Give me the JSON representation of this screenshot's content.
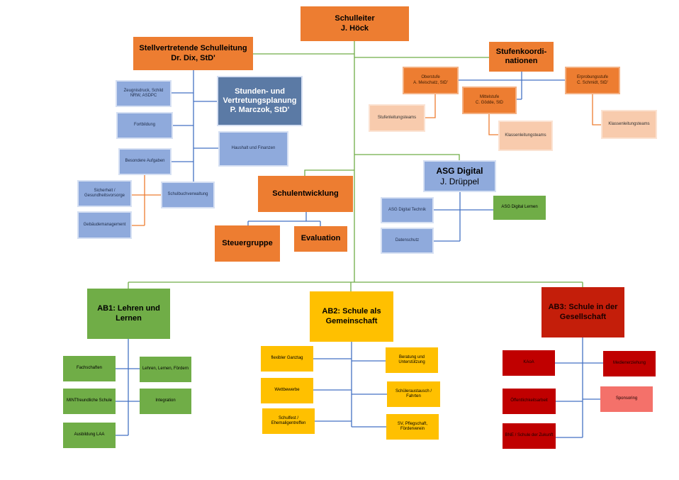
{
  "colors": {
    "orange": "#ed7d31",
    "peach": "#f8cbad",
    "blue": "#8faadc",
    "dark_blue": "#5b7aa5",
    "green": "#70ad47",
    "yellow": "#ffc000",
    "red": "#c00000",
    "salmon": "#f4716a",
    "trunk_line": "#70ad47",
    "blue_line": "#4472c4",
    "orange_line": "#ed7d31"
  },
  "schulleiter": {
    "title": "Schulleiter",
    "name": "J. Höck"
  },
  "stellvertretung": {
    "title": "Stellvertretende Schulleitung",
    "name": "Dr. Dix, StD'",
    "items": {
      "zeugnisdruck": "Zeugnisdruck, Schild NRW, ASDPC",
      "fortbildung": "Fortbildung",
      "besondere": "Besondere Aufgaben",
      "sicherheit": "Sicherheit / Gesundheitsvorsorge",
      "schulbuch": "Schulbuchverwaltung",
      "gebaeude": "Gebäudemanagement",
      "haushalt": "Haushalt und Finanzen"
    },
    "planung": {
      "line1": "Stunden- und",
      "line2": "Vertretungsplanung",
      "line3": "P. Marczok, StD'"
    }
  },
  "stufen": {
    "title_line1": "Stufenkoordi-",
    "title_line2": "nationen",
    "oberstufe": {
      "title": "Oberstufe",
      "name": "A. Meischatz, StD'"
    },
    "mittelstufe": {
      "title": "Mittelstufe",
      "name": "C. Gödde, StD"
    },
    "erprobung": {
      "title": "Erprobungsstufe",
      "name": "C. Schmidt, StD'"
    },
    "stufenleitung": "Stufenleitungsteams",
    "klassen_mittel": "Klassenleitungsteams",
    "klassen_erprobung": "Klassenleitungsteams"
  },
  "schulentwicklung": {
    "title": "Schulentwicklung",
    "steuergruppe": "Steuergruppe",
    "evaluation": "Evaluation"
  },
  "digital": {
    "title": "ASG Digital",
    "name": "J. Drüppel",
    "technik": "ASG Digital Technik",
    "lernen": "ASG Digital Lernen",
    "datenschutz": "Datenschutz"
  },
  "ab1": {
    "title": "AB1: Lehren und Lernen",
    "fachschaften": "Fachschaften",
    "lehren": "Lehren, Lernen, Fördern",
    "mint": "MINTfreundliche Schule",
    "integration": "Integration",
    "ausbildung": "Ausbildung LAA"
  },
  "ab2": {
    "title": "AB2: Schule als Gemeinschaft",
    "ganztag": "flexibler Ganztag",
    "beratung": "Beratung und Unterstützung",
    "wettbewerbe": "Wettbewerbe",
    "austausch": "Schüleraustausch / Fahrten",
    "schulfest": "Schulfest / Ehemaligentreffen",
    "sv": "SV, Pflegschaft, Förderverein"
  },
  "ab3": {
    "title": "AB3: Schule in der Gesellschaft",
    "kaoa": "KAoA",
    "medien": "Medienerziehung",
    "oeffentlichkeit": "Öffentlichkeitsarbeit",
    "sponsoring": "Sponsoring",
    "bne": "BNE / Schule der Zukunft"
  }
}
